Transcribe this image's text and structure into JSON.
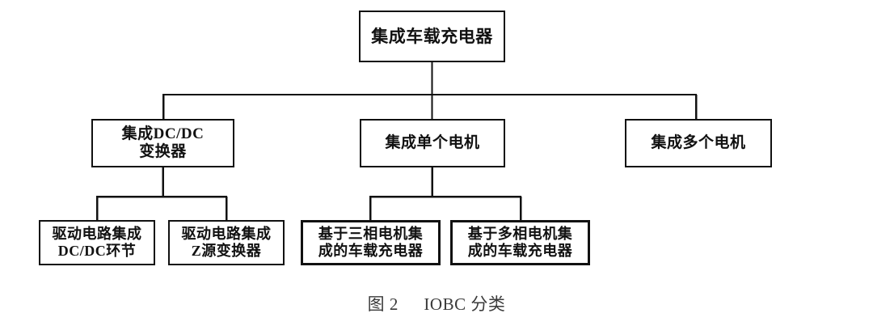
{
  "figure": {
    "caption_number": "图 2",
    "caption_text": "IOBC 分类",
    "caption_full": "图 2　IOBC 分类"
  },
  "diagram": {
    "type": "tree",
    "orientation": "top-down",
    "line_color": "#111111",
    "box_fill": "#ffffff",
    "root": {
      "id": "root",
      "label": "集成车载充电器",
      "lines": [
        "集成车载充电器"
      ]
    },
    "level2": [
      {
        "id": "integrated-dcdc-converter",
        "label": "集成DC/DC变换器",
        "lines": [
          "集成DC/DC",
          "变换器"
        ]
      },
      {
        "id": "integrated-single-motor",
        "label": "集成单个电机",
        "lines": [
          "集成单个电机"
        ]
      },
      {
        "id": "integrated-multi-motor",
        "label": "集成多个电机",
        "lines": [
          "集成多个电机"
        ]
      }
    ],
    "level3": [
      {
        "id": "drive-circuit-dcdc-stage",
        "parent": "integrated-dcdc-converter",
        "label": "驱动电路集成DC/DC环节",
        "lines": [
          "驱动电路集成",
          "DC/DC环节"
        ]
      },
      {
        "id": "drive-circuit-z-source",
        "parent": "integrated-dcdc-converter",
        "label": "驱动电路集成Z源变换器",
        "lines": [
          "驱动电路集成",
          "Z源变换器"
        ]
      },
      {
        "id": "three-phase-motor-obc",
        "parent": "integrated-single-motor",
        "label": "基于三相电机集成的车载充电器",
        "lines": [
          "基于三相电机集",
          "成的车载充电器"
        ]
      },
      {
        "id": "multi-phase-motor-obc",
        "parent": "integrated-single-motor",
        "label": "基于多相电机集成的车载充电器",
        "lines": [
          "基于多相电机集",
          "成的车载充电器"
        ]
      }
    ]
  }
}
